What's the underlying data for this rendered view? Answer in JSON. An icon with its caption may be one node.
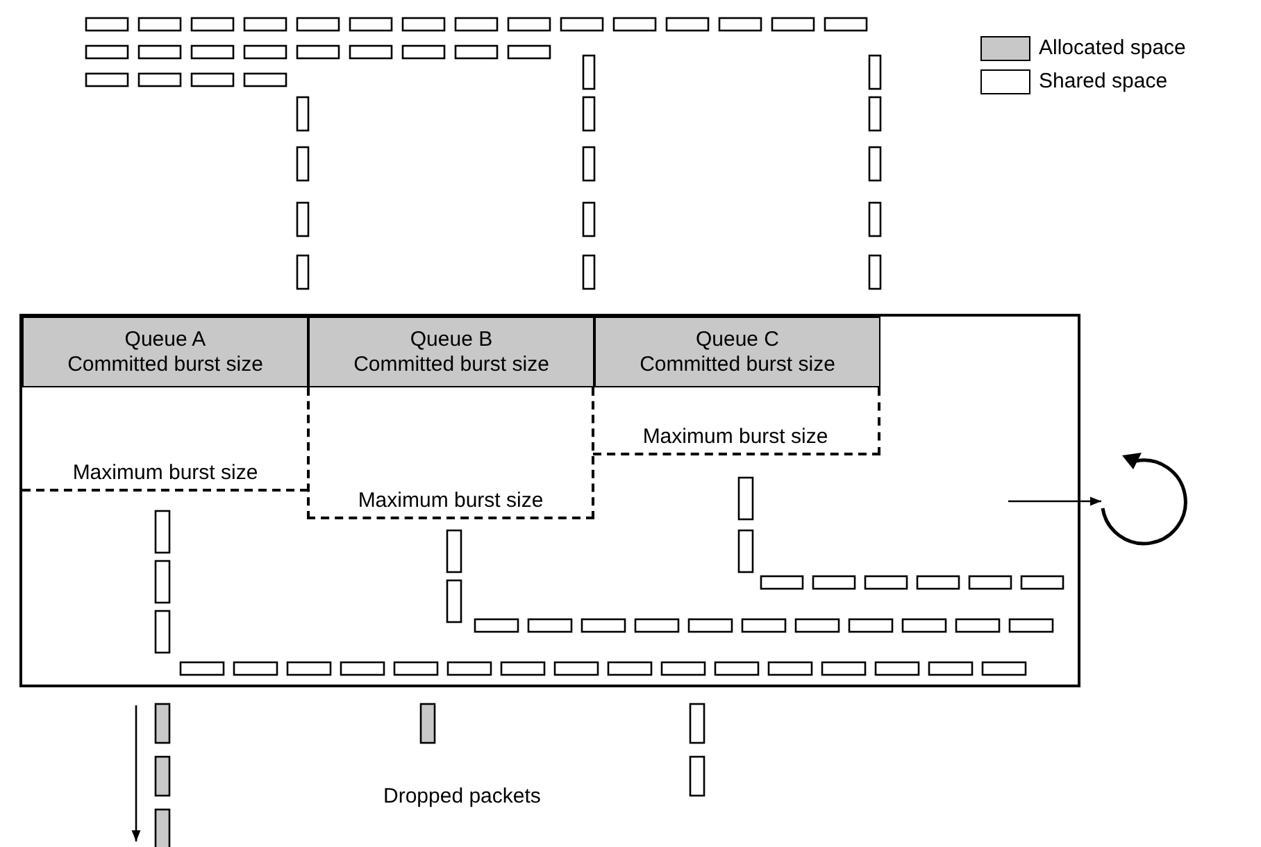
{
  "diagram": {
    "nodes": [
      {
        "text": [],
        "shape": "box"
      },
      {
        "text": [
          "Queue A",
          "Committed burst size"
        ],
        "in": 0
      },
      {
        "text": [
          "Queue B",
          "Committed burst size"
        ],
        "in": 0
      },
      {
        "text": [
          "Queue C",
          "Committed burst size"
        ],
        "in": 0
      },
      {
        "text": [
          "Maximum burst size"
        ],
        "in": 0
      },
      {
        "text": [
          "Maximum burst size"
        ],
        "in": 0
      },
      {
        "text": [
          "Maximum burst size"
        ],
        "in": 0
      },
      {
        "text": [],
        "shape": "picture"
      }
    ],
    "edges": [
      {
        "from": null,
        "to": 7,
        "arrow": "to"
      }
    ],
    "labels": [
      "Dropped packets"
    ],
    "legend": [
      {
        "text": "Allocated space",
        "color": "#c8c8c8"
      },
      {
        "text": "Shared space",
        "color": "#ffffff"
      }
    ]
  }
}
